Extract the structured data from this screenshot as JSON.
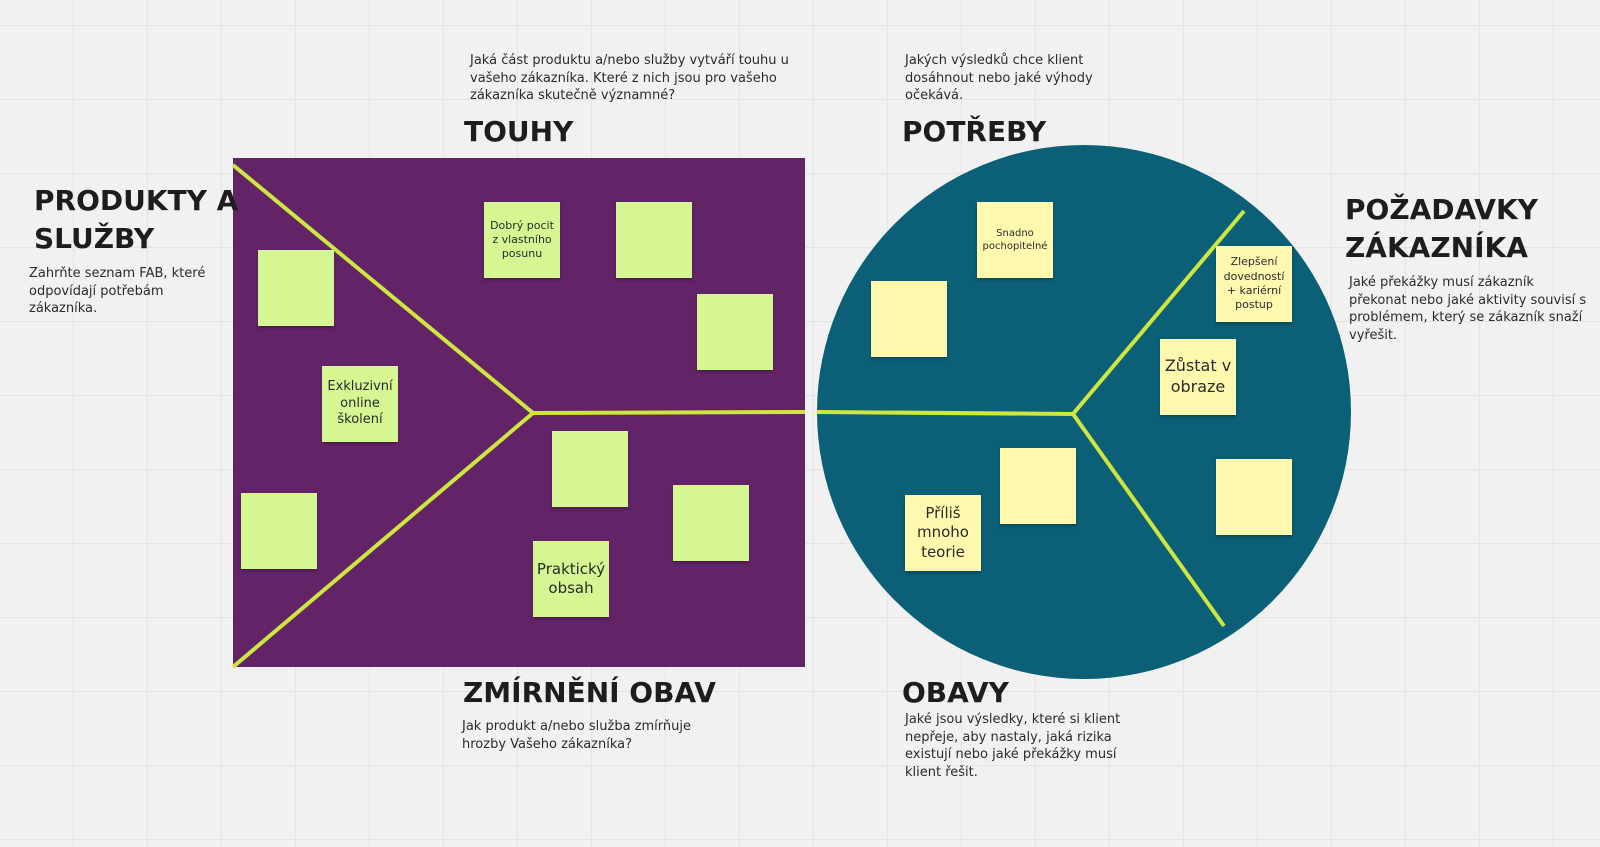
{
  "colors": {
    "board_bg": "#f1f1f1",
    "purple_panel": "#622467",
    "teal_circle": "#0b6077",
    "divider_lines": "#cde640",
    "note_green": "#d5f692",
    "note_yellow": "#fff9b0"
  },
  "products": {
    "title_line1": "PRODUKTY A",
    "title_line2": "SLUŽBY",
    "desc_line1": "Zahrňte seznam FAB, které",
    "desc_line2": "odpovídají potřebám",
    "desc_line3": "zákazníka."
  },
  "gains_creators": {
    "title": "TOUHY",
    "desc_line1": "Jaká část produktu a/nebo služby vytváří touhu u",
    "desc_line2": "vašeho zákazníka. Které z nich jsou pro vašeho",
    "desc_line3": "zákazníka skutečně významné?"
  },
  "pain_relievers": {
    "title": "ZMÍRNĚNÍ OBAV",
    "desc_line1": "Jak produkt a/nebo služba zmírňuje",
    "desc_line2": "hrozby Vašeho zákazníka?"
  },
  "gains": {
    "title": "POTŘEBY",
    "desc_line1": "Jakých výsledků chce klient",
    "desc_line2": "dosáhnout nebo jaké výhody",
    "desc_line3": "očekává."
  },
  "customer_jobs": {
    "title_line1": "POŽADAVKY",
    "title_line2": "ZÁKAZNÍKA",
    "desc_line1": "Jaké překážky musí zákazník",
    "desc_line2": "překonat nebo jaké aktivity souvisí s",
    "desc_line3": "problémem, který se zákazník snaží",
    "desc_line4": "vyřešit."
  },
  "pains": {
    "title": "OBAVY",
    "desc_line1": "Jaké jsou výsledky, které si klient",
    "desc_line2": "nepřeje, aby nastaly, jaká rizika",
    "desc_line3": "existují nebo jaké překážky musí",
    "desc_line4": "klient řešit."
  },
  "notes": {
    "good_feeling": {
      "line1": "Dobrý pocit",
      "line2": "z vlastního",
      "line3": "posunu"
    },
    "exclusive_training": {
      "line1": "Exkluzivní",
      "line2": "online",
      "line3": "školení"
    },
    "practical_content": {
      "line1": "Praktický",
      "line2": "obsah"
    },
    "easy_to_understand": {
      "line1": "Snadno",
      "line2": "pochopitelné"
    },
    "skills_career": {
      "line1": "Zlepšení",
      "line2": "dovedností",
      "line3": "+ kariérní",
      "line4": "postup"
    },
    "stay_in_picture": {
      "line1": "Zůstat v",
      "line2": "obraze"
    },
    "too_much_theory": {
      "line1": "Příliš",
      "line2": "mnoho",
      "line3": "teorie"
    }
  }
}
